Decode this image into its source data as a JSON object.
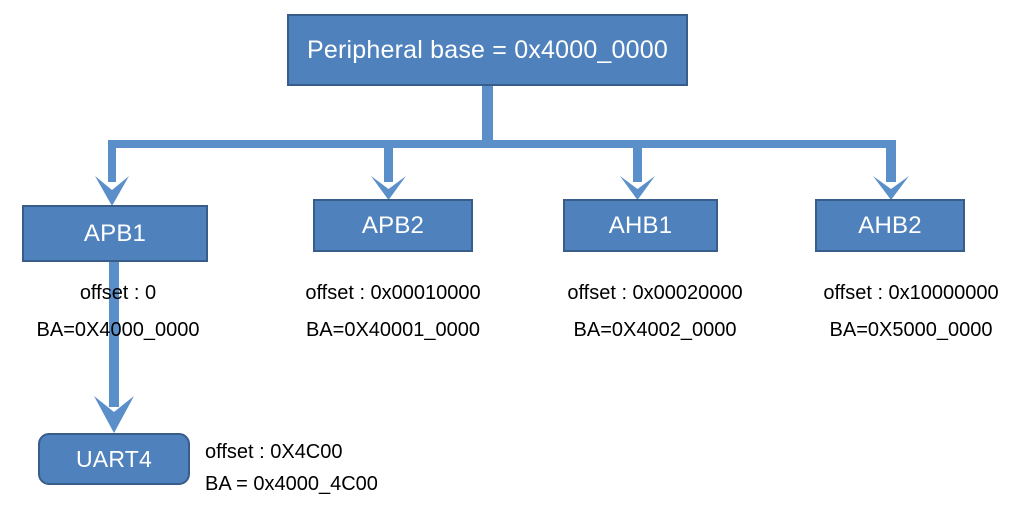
{
  "diagram": {
    "title_box": {
      "label": "Peripheral base = 0x4000_0000"
    },
    "buses": [
      {
        "name": "APB1",
        "label": "APB1",
        "offset": "offset : 0",
        "base_address": "BA=0X4000_0000"
      },
      {
        "name": "APB2",
        "label": "APB2",
        "offset": "offset : 0x00010000",
        "base_address": "BA=0X40001_0000"
      },
      {
        "name": "AHB1",
        "label": "AHB1",
        "offset": "offset : 0x00020000",
        "base_address": "BA=0X4002_0000"
      },
      {
        "name": "AHB2",
        "label": "AHB2",
        "offset": "offset : 0x10000000",
        "base_address": "BA=0X5000_0000"
      }
    ],
    "peripheral": {
      "name": "UART4",
      "label": "UART4",
      "offset": "offset : 0X4C00",
      "base_address": "BA = 0x4000_4C00"
    },
    "colors": {
      "box_fill": "#4f81bd",
      "box_border": "#385d8a",
      "connector": "#5b8fc9",
      "box_text": "#ffffff",
      "annotation_text": "#000000",
      "background": "#ffffff"
    }
  }
}
